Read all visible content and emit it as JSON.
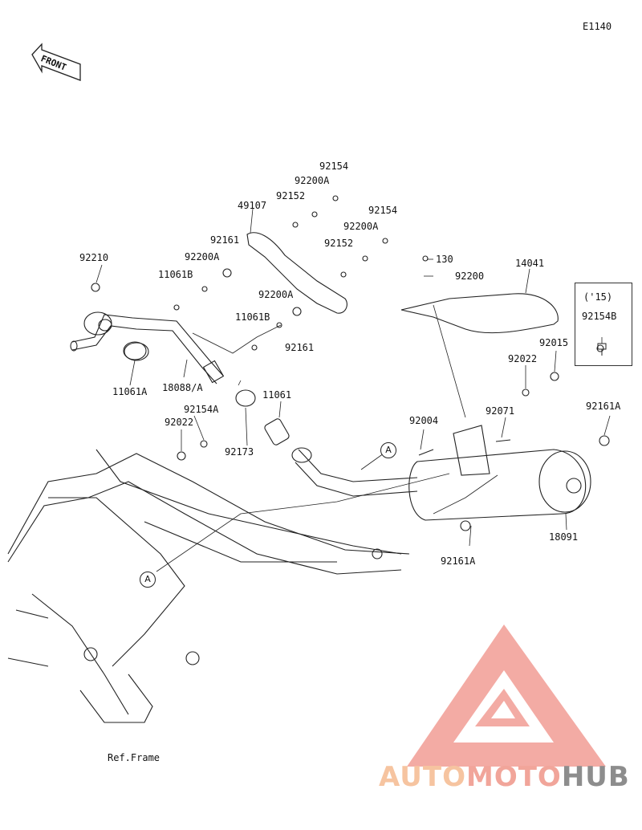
{
  "diagram_code": "E1140",
  "front_arrow": "FRONT",
  "ref_frame": "Ref.Frame",
  "variant_box": {
    "year": "('15)",
    "part": "92154B"
  },
  "ref_marker": "A",
  "parts": {
    "p92154_a": "92154",
    "p92200A_a": "92200A",
    "p92152_a": "92152",
    "p49107": "49107",
    "p92154_b": "92154",
    "p92200A_b": "92200A",
    "p92152_b": "92152",
    "p92210": "92210",
    "p92161_a": "92161",
    "p92200A_c": "92200A",
    "p11061B_a": "11061B",
    "p92200A_d": "92200A",
    "p11061B_b": "11061B",
    "p92161_b": "92161",
    "p130": "130",
    "p92200": "92200",
    "p14041": "14041",
    "p92015": "92015",
    "p92022_a": "92022",
    "p11061A": "11061A",
    "p18088A": "18088/A",
    "p11061": "11061",
    "p92154A": "92154A",
    "p92022_b": "92022",
    "p92173": "92173",
    "p92004": "92004",
    "p92071": "92071",
    "p92161A_a": "92161A",
    "p18091": "18091",
    "p92161A_b": "92161A"
  },
  "watermark": {
    "a": "AUTO",
    "b": "MOTO",
    "c": "HUB"
  }
}
